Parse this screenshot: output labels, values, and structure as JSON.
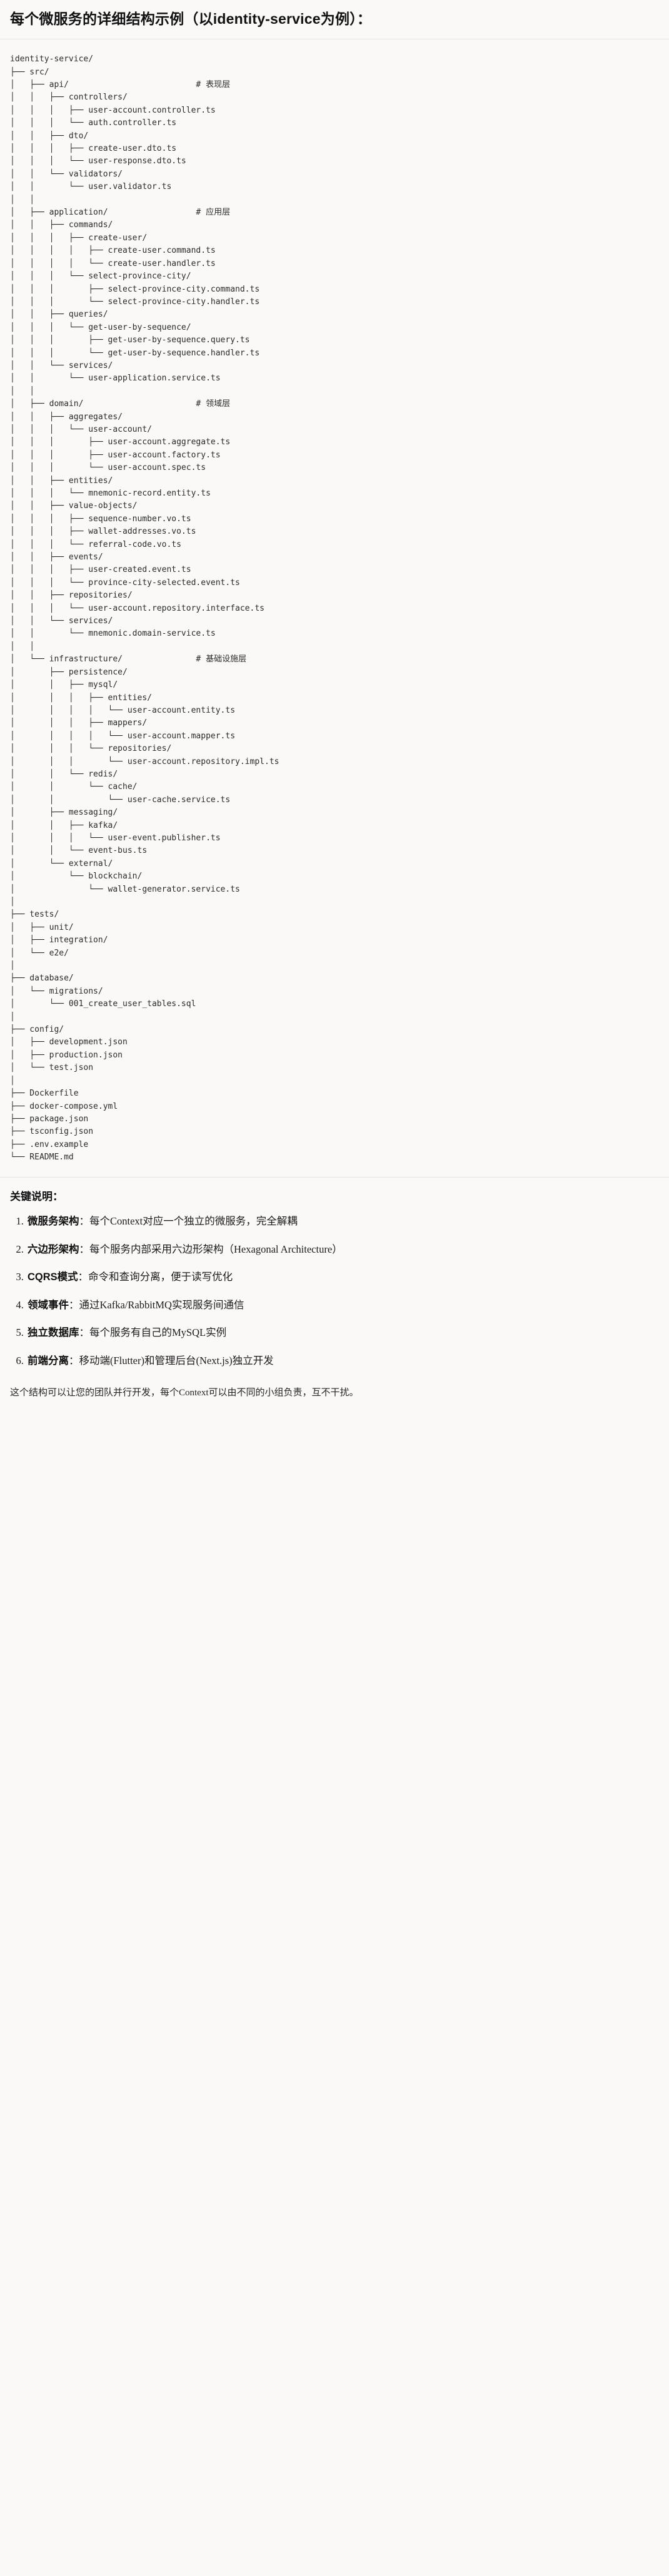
{
  "document": {
    "title": "每个微服务的详细结构示例（以identity-service为例）：",
    "tree_text": "identity-service/\n├── src/\n│   ├── api/                          # 表现层\n│   │   ├── controllers/\n│   │   │   ├── user-account.controller.ts\n│   │   │   └── auth.controller.ts\n│   │   ├── dto/\n│   │   │   ├── create-user.dto.ts\n│   │   │   └── user-response.dto.ts\n│   │   └── validators/\n│   │       └── user.validator.ts\n│   │\n│   ├── application/                  # 应用层\n│   │   ├── commands/\n│   │   │   ├── create-user/\n│   │   │   │   ├── create-user.command.ts\n│   │   │   │   └── create-user.handler.ts\n│   │   │   └── select-province-city/\n│   │   │       ├── select-province-city.command.ts\n│   │   │       └── select-province-city.handler.ts\n│   │   ├── queries/\n│   │   │   └── get-user-by-sequence/\n│   │   │       ├── get-user-by-sequence.query.ts\n│   │   │       └── get-user-by-sequence.handler.ts\n│   │   └── services/\n│   │       └── user-application.service.ts\n│   │\n│   ├── domain/                       # 领域层\n│   │   ├── aggregates/\n│   │   │   └── user-account/\n│   │   │       ├── user-account.aggregate.ts\n│   │   │       ├── user-account.factory.ts\n│   │   │       └── user-account.spec.ts\n│   │   ├── entities/\n│   │   │   └── mnemonic-record.entity.ts\n│   │   ├── value-objects/\n│   │   │   ├── sequence-number.vo.ts\n│   │   │   ├── wallet-addresses.vo.ts\n│   │   │   └── referral-code.vo.ts\n│   │   ├── events/\n│   │   │   ├── user-created.event.ts\n│   │   │   └── province-city-selected.event.ts\n│   │   ├── repositories/\n│   │   │   └── user-account.repository.interface.ts\n│   │   └── services/\n│   │       └── mnemonic.domain-service.ts\n│   │\n│   └── infrastructure/               # 基础设施层\n│       ├── persistence/\n│       │   ├── mysql/\n│       │   │   ├── entities/\n│       │   │   │   └── user-account.entity.ts\n│       │   │   ├── mappers/\n│       │   │   │   └── user-account.mapper.ts\n│       │   │   └── repositories/\n│       │   │       └── user-account.repository.impl.ts\n│       │   └── redis/\n│       │       └── cache/\n│       │           └── user-cache.service.ts\n│       ├── messaging/\n│       │   ├── kafka/\n│       │   │   └── user-event.publisher.ts\n│       │   └── event-bus.ts\n│       └── external/\n│           └── blockchain/\n│               └── wallet-generator.service.ts\n│\n├── tests/\n│   ├── unit/\n│   ├── integration/\n│   └── e2e/\n│\n├── database/\n│   └── migrations/\n│       └── 001_create_user_tables.sql\n│\n├── config/\n│   ├── development.json\n│   ├── production.json\n│   └── test.json\n│\n├── Dockerfile\n├── docker-compose.yml\n├── package.json\n├── tsconfig.json\n├── .env.example\n└── README.md"
  },
  "notes": {
    "heading": "关键说明：",
    "items": [
      {
        "term": "微服务架构",
        "body": "：每个Context对应一个独立的微服务，完全解耦"
      },
      {
        "term": "六边形架构",
        "body": "：每个服务内部采用六边形架构（Hexagonal Architecture）"
      },
      {
        "term": "CQRS模式",
        "body": "：命令和查询分离，便于读写优化"
      },
      {
        "term": "领域事件",
        "body": "：通过Kafka/RabbitMQ实现服务间通信"
      },
      {
        "term": "独立数据库",
        "body": "：每个服务有自己的MySQL实例"
      },
      {
        "term": "前端分离",
        "body": "：移动端(Flutter)和管理后台(Next.js)独立开发"
      }
    ],
    "closing": "这个结构可以让您的团队并行开发，每个Context可以由不同的小组负责，互不干扰。"
  },
  "colors": {
    "background": "#faf9f7",
    "text": "#1a1a1a",
    "code_text": "#2b2b2b",
    "rule": "#e6e4df"
  }
}
